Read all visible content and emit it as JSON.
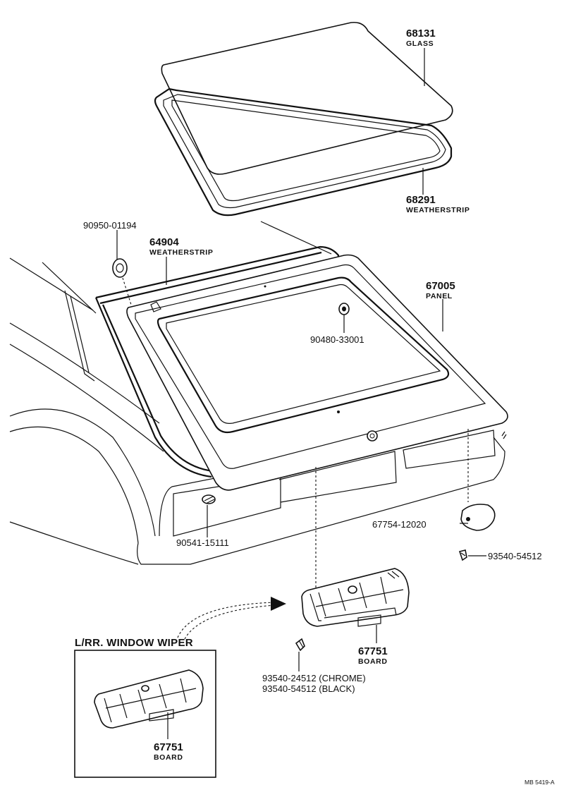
{
  "callouts": {
    "glass": {
      "number": "68131",
      "name": "GLASS"
    },
    "weatherstrip_glass": {
      "number": "68291",
      "name": "WEATHERSTRIP"
    },
    "clip_top": {
      "number": "90950-01194"
    },
    "weatherstrip_opening": {
      "number": "64904",
      "name": "WEATHERSTRIP"
    },
    "panel": {
      "number": "67005",
      "name": "PANEL"
    },
    "grommet": {
      "number": "90480-33001"
    },
    "cushion": {
      "number": "90541-15111"
    },
    "cover": {
      "number": "67754-12020"
    },
    "screw_cover": {
      "number": "93540-54512"
    },
    "board": {
      "number": "67751",
      "name": "BOARD"
    },
    "screw_board": {
      "line1": "93540-24512 (CHROME)",
      "line2": "93540-54512 (BLACK)"
    },
    "inset_board": {
      "number": "67751",
      "name": "BOARD"
    }
  },
  "inset": {
    "title": "L/RR. WINDOW WIPER"
  },
  "reference_code": "MB 5419-A"
}
